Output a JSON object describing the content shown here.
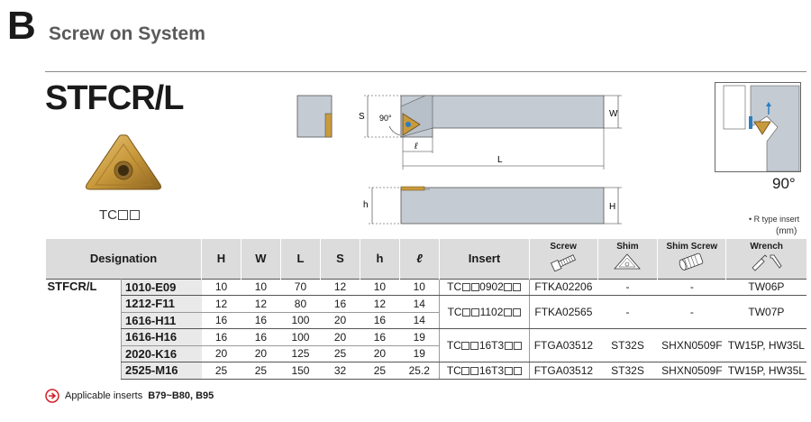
{
  "section": {
    "letter": "B",
    "title": "Screw on System"
  },
  "model": "STFCR/L",
  "insert": {
    "code_prefix": "TC"
  },
  "drawing": {
    "dims": [
      "S",
      "90°",
      "W",
      "ℓ",
      "L",
      "h",
      "H"
    ],
    "detail_angle": "90°",
    "r_type_note": "• R type insert",
    "unit": "(mm)"
  },
  "table": {
    "headers": {
      "designation": "Designation",
      "H": "H",
      "W": "W",
      "L": "L",
      "S": "S",
      "h": "h",
      "l": "ℓ",
      "insert": "Insert",
      "screw": "Screw",
      "shim": "Shim",
      "shim_screw": "Shim Screw",
      "wrench": "Wrench"
    },
    "series": "STFCR/L",
    "rows": [
      {
        "designation": "1010-E09",
        "H": "10",
        "W": "10",
        "L": "70",
        "S": "12",
        "h": "10",
        "l": "10"
      },
      {
        "designation": "1212-F11",
        "H": "12",
        "W": "12",
        "L": "80",
        "S": "16",
        "h": "12",
        "l": "14"
      },
      {
        "designation": "1616-H11",
        "H": "16",
        "W": "16",
        "L": "100",
        "S": "20",
        "h": "16",
        "l": "14"
      },
      {
        "designation": "1616-H16",
        "H": "16",
        "W": "16",
        "L": "100",
        "S": "20",
        "h": "16",
        "l": "19"
      },
      {
        "designation": "2020-K16",
        "H": "20",
        "W": "20",
        "L": "125",
        "S": "25",
        "h": "20",
        "l": "19"
      },
      {
        "designation": "2525-M16",
        "H": "25",
        "W": "25",
        "L": "150",
        "S": "32",
        "h": "25",
        "l": "25.2"
      }
    ],
    "groups": [
      {
        "insert_pre": "TC",
        "insert_mid": "0902",
        "screw": "FTKA02206",
        "shim": "-",
        "shim_screw": "-",
        "wrench": "TW06P"
      },
      {
        "insert_pre": "TC",
        "insert_mid": "1102",
        "screw": "FTKA02565",
        "shim": "-",
        "shim_screw": "-",
        "wrench": "TW07P"
      },
      {
        "insert_pre": "TC",
        "insert_mid": "16T3",
        "screw": "FTGA03512",
        "shim": "ST32S",
        "shim_screw": "SHXN0509F",
        "wrench": "TW15P, HW35L"
      },
      {
        "insert_pre": "TC",
        "insert_mid": "16T3",
        "screw": "FTGA03512",
        "shim": "ST32S",
        "shim_screw": "SHXN0509F",
        "wrench": "TW15P, HW35L"
      }
    ]
  },
  "applicable": {
    "label": "Applicable inserts",
    "refs": "B79~B80, B95"
  },
  "colors": {
    "insert_gold": "#c99a3c",
    "header_gray": "#dcdcdc",
    "tool_gray": "#c4cbd3",
    "blue_accent": "#2a7fc0"
  }
}
